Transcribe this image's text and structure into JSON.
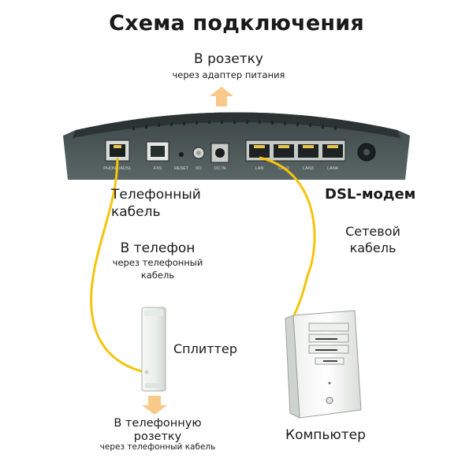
{
  "title": "Схема подключения",
  "power": {
    "label": "В розетку",
    "sublabel": "через адаптер питания"
  },
  "modem": {
    "name": "DSL-модем",
    "ports": [
      "PHONE/ADSL",
      "FXS",
      "RESET",
      "I/O",
      "DC IN",
      "LAN",
      "LAN2",
      "LAN3",
      "LAN4"
    ]
  },
  "phone_cable": {
    "line1": "Телефонный",
    "line2": "кабель"
  },
  "network_cable": {
    "line1": "Сетевой",
    "line2": "кабель"
  },
  "to_phone": {
    "label": "В телефон",
    "sub1": "через телефонный",
    "sub2": "кабель"
  },
  "splitter": {
    "label": "Сплиттер"
  },
  "to_socket": {
    "line1": "В телефонную",
    "line2": "розетку",
    "sub": "через телефонный кабель"
  },
  "computer": {
    "label": "Компьютер"
  },
  "colors": {
    "cable": "#f6c40c",
    "arrow": "#f9c98a",
    "modem_body": "#4b5656",
    "modem_top": "#2c3434"
  }
}
